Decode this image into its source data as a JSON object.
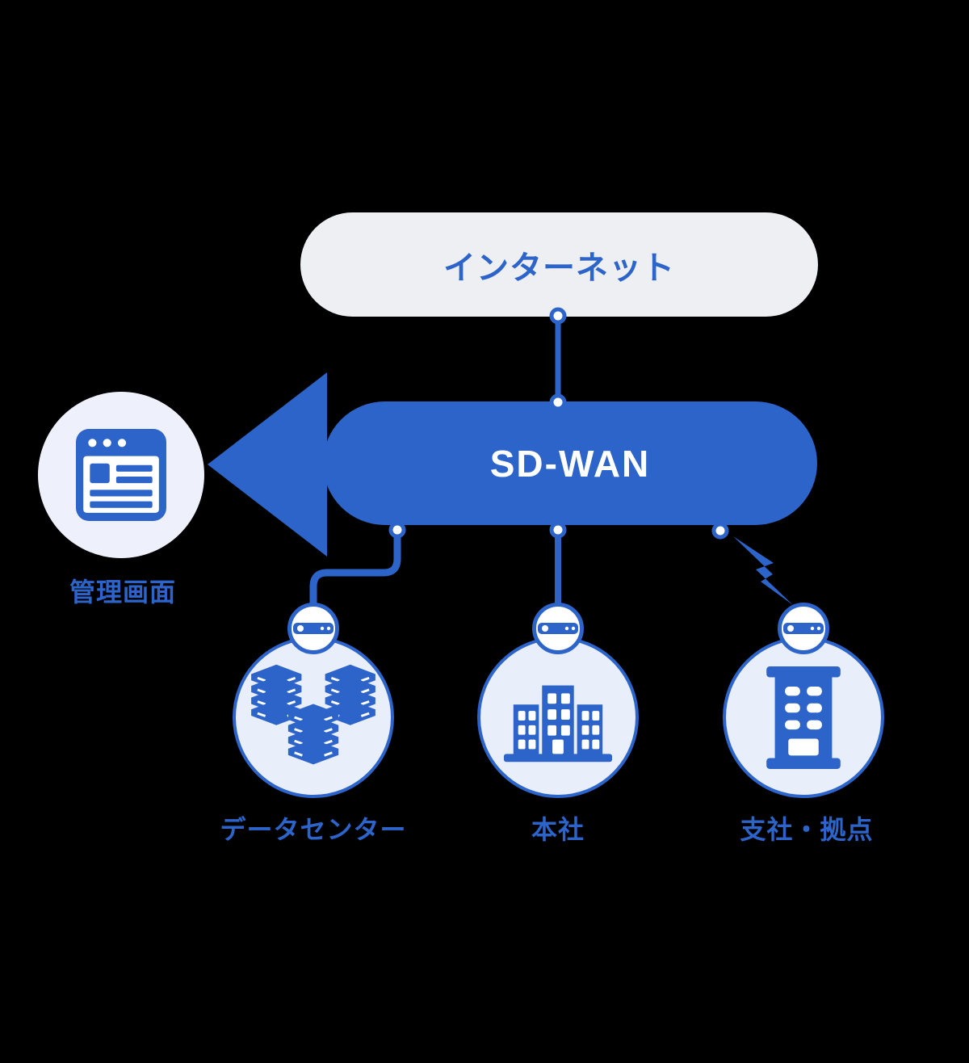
{
  "colors": {
    "background": "#000000",
    "primary_blue": "#2d64c9",
    "internet_pill_fill": "#edeff3",
    "management_circle_fill": "#eef1fb",
    "node_circle_fill": "#e8eefa",
    "white": "#ffffff"
  },
  "diagram": {
    "internet": {
      "label": "インターネット"
    },
    "sdwan": {
      "label": "SD-WAN",
      "arrow_direction": "left"
    },
    "management": {
      "label": "管理画面",
      "icon": "browser-window-icon"
    },
    "nodes": [
      {
        "id": "datacenter",
        "label": "データセンター",
        "icon": "server-stack-icon",
        "edge_icon": "router-icon",
        "connector": "elbow-line"
      },
      {
        "id": "headquarters",
        "label": "本社",
        "icon": "office-buildings-icon",
        "edge_icon": "router-icon",
        "connector": "straight-line"
      },
      {
        "id": "branch",
        "label": "支社・拠点",
        "icon": "building-icon",
        "edge_icon": "router-icon",
        "connector": "lightning-bolt"
      }
    ]
  }
}
